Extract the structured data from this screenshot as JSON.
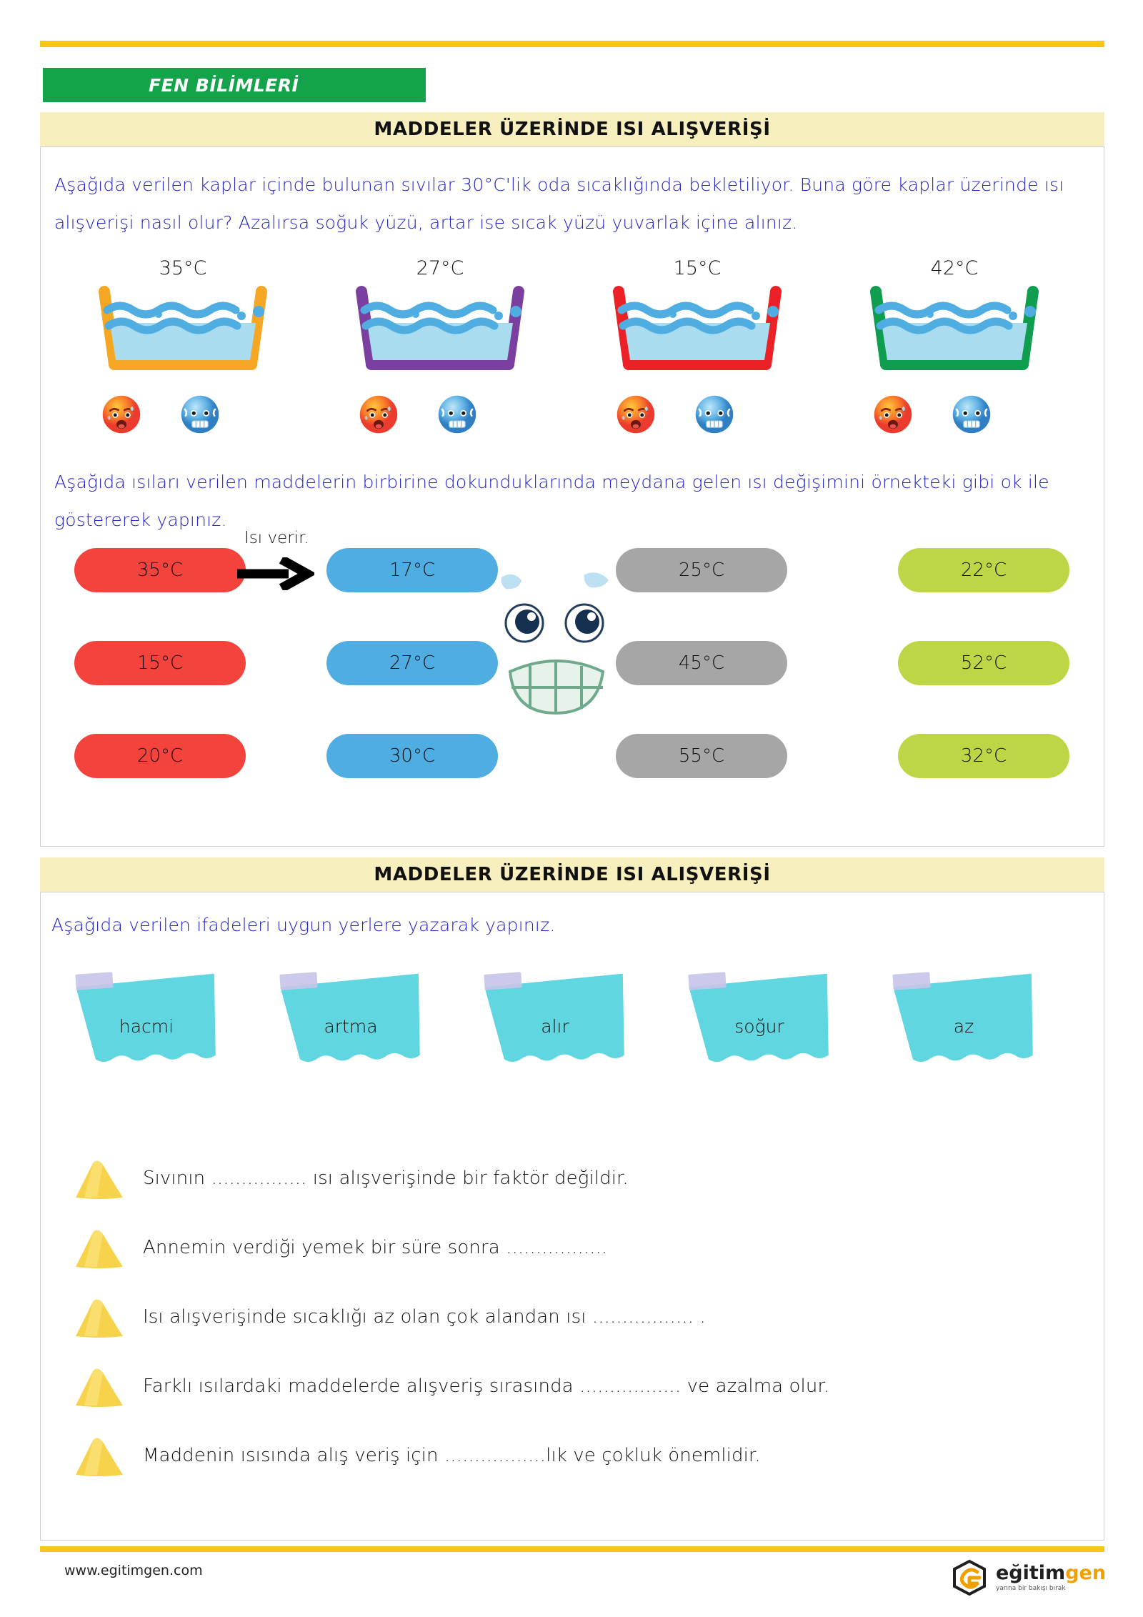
{
  "header": {
    "subject": "FEN BİLİMLERİ",
    "title_1": "MADDELER ÜZERİNDE ISI ALIŞVERİŞİ",
    "title_2": "MADDELER ÜZERİNDE ISI ALIŞVERİŞİ"
  },
  "instructions": {
    "one": "Aşağıda verilen kaplar içinde bulunan sıvılar 30°C'lik oda sıcaklığında bekletiliyor. Buna göre kaplar üzerinde ısı alışverişi nasıl olur? Azalırsa soğuk yüzü, artar ise sıcak yüzü yuvarlak içine alınız.",
    "two": "Aşağıda ısıları verilen maddelerin birbirine dokunduklarında meydana gelen ısı değişimini örnekteki gibi ok ile göstererek yapınız.",
    "three": "Aşağıda verilen ifadeleri uygun yerlere yazarak yapınız."
  },
  "basins": [
    {
      "temp": "35°C",
      "rim_color": "#f5a623"
    },
    {
      "temp": "27°C",
      "rim_color": "#7b3fa0"
    },
    {
      "temp": "15°C",
      "rim_color": "#ec2027"
    },
    {
      "temp": "42°C",
      "rim_color": "#0f9d4f"
    }
  ],
  "face_choices": [
    {
      "hot": "hot-face-emoji",
      "cold": "cold-face-emoji"
    },
    {
      "hot": "hot-face-emoji",
      "cold": "cold-face-emoji"
    },
    {
      "hot": "hot-face-emoji",
      "cold": "cold-face-emoji"
    },
    {
      "hot": "hot-face-emoji",
      "cold": "cold-face-emoji"
    }
  ],
  "arrow": {
    "label": "Isı verir."
  },
  "pill_colors": {
    "red": "#f4433c",
    "blue": "#4fade2",
    "gray": "#a6a6a6",
    "green": "#bcd645"
  },
  "pill_rows": [
    {
      "red": "35°C",
      "blue": "17°C",
      "gray": "25°C",
      "green": "22°C"
    },
    {
      "red": "15°C",
      "blue": "27°C",
      "gray": "45°C",
      "green": "52°C"
    },
    {
      "red": "20°C",
      "blue": "30°C",
      "gray": "55°C",
      "green": "32°C"
    }
  ],
  "word_cards": [
    {
      "label": "hacmi"
    },
    {
      "label": "artma"
    },
    {
      "label": "alır"
    },
    {
      "label": "soğur"
    },
    {
      "label": "az"
    }
  ],
  "sentences": [
    {
      "text": "Sıvının ................ ısı alışverişinde bir faktör değildir."
    },
    {
      "text": "Annemin verdiği yemek bir süre sonra ................."
    },
    {
      "text": "Isı alışverişinde sıcaklığı az olan çok alandan ısı ................. ."
    },
    {
      "text": "Farklı ısılardaki maddelerde alışveriş sırasında ................. ve azalma olur."
    },
    {
      "text": "Maddenin ısısında alış veriş için .................lık ve çokluk önemlidir."
    }
  ],
  "footer": {
    "url": "www.egitimgen.com",
    "brand_first": "eğitim",
    "brand_second": "gen",
    "brand_tagline": "yarına bir bakışı bırak"
  },
  "colors": {
    "rule_yellow": "#f6c719",
    "banner_green": "#14a34a",
    "title_cream": "#f8efbf",
    "instruction_blue": "#2424c8",
    "card_cyan": "#5fd6e0",
    "tape_lavender": "#c8c5e8",
    "mountain_yellow": "#f7d34c"
  }
}
